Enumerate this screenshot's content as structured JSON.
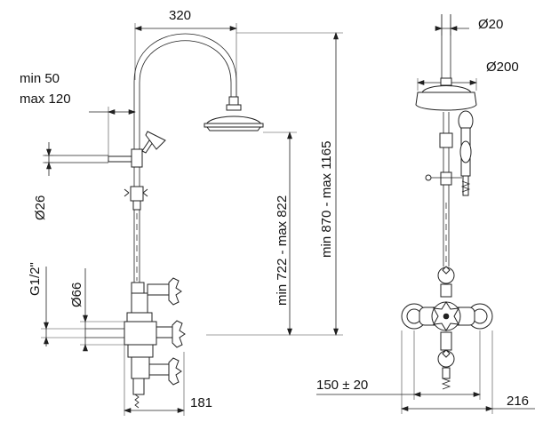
{
  "dimensions": {
    "width_top": "320",
    "offset_min": "min 50",
    "offset_max": "max 120",
    "pipe_diameter": "Ø26",
    "inlet_thread": "G1/2\"",
    "mixer_diameter": "Ø66",
    "depth_bottom": "181",
    "height_outlet": "min 722 - max 822",
    "height_total": "min 870 - max 1165",
    "riser_diameter": "Ø20",
    "head_diameter": "Ø200",
    "inlet_spacing": "150 ± 20",
    "width_bottom": "216"
  }
}
